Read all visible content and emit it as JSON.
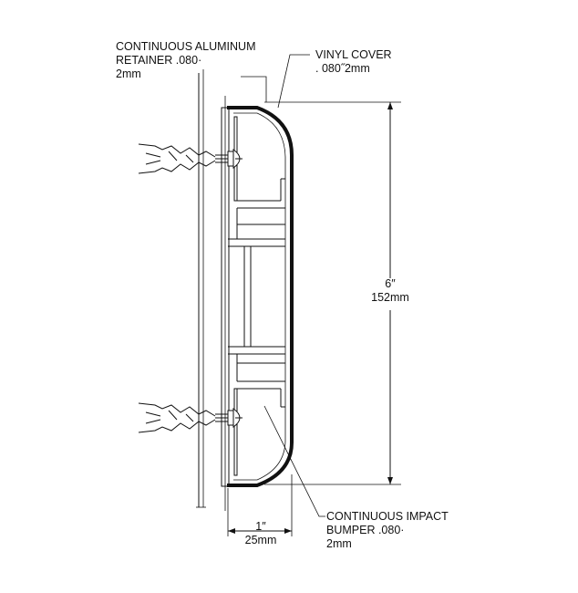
{
  "callouts": {
    "retainer": {
      "line1": "CONTINUOUS  ALUMINUM",
      "line2": "RETAINER .080·",
      "line3": "2mm"
    },
    "vinyl": {
      "line1": "VINYL COVER",
      "line2": ". 080˝2mm"
    },
    "bumper": {
      "line1": "CONTINUOUS IMPACT",
      "line2": "BUMPER .080·",
      "line3": "2mm"
    }
  },
  "dimensions": {
    "height": {
      "imperial": "6″",
      "metric": "152mm"
    },
    "depth": {
      "imperial": "1″",
      "metric": "25mm"
    }
  }
}
